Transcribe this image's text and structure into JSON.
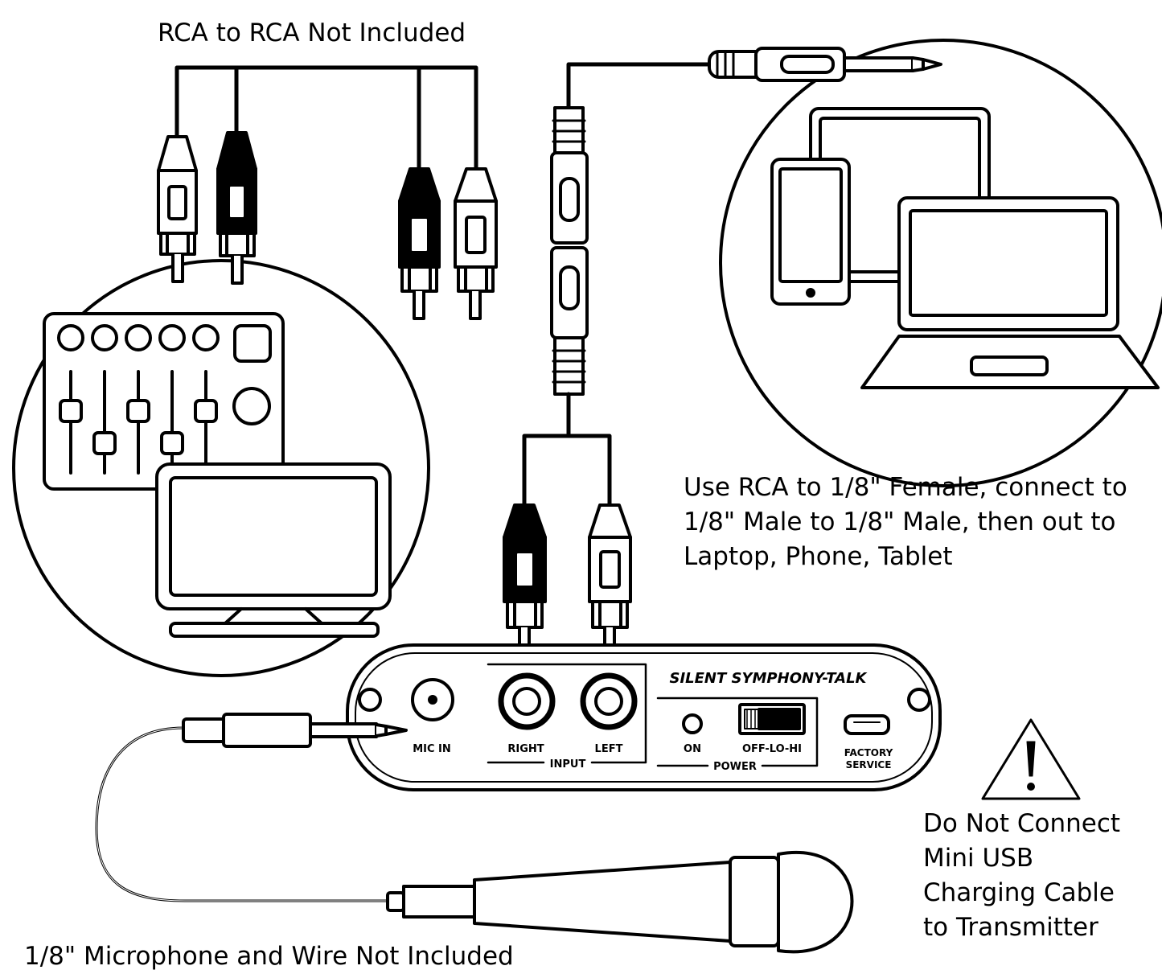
{
  "labels": {
    "rca_note": "RCA to RCA Not Included",
    "female_note": [
      "Use RCA to 1/8\" Female, connect to",
      "1/8\" Male to 1/8\" Male, then out to",
      "Laptop, Phone, Tablet"
    ],
    "usb_note": [
      "Do Not Connect",
      "Mini USB",
      "Charging Cable",
      "to Transmitter"
    ],
    "mic_note": "1/8\" Microphone and Wire Not Included"
  },
  "device": {
    "brand": "SILENT SYMPHONY-TALK",
    "mic_in": "MIC IN",
    "right": "RIGHT",
    "left": "LEFT",
    "input": "INPUT",
    "on": "ON",
    "switch": "OFF-LO-HI",
    "power": "POWER",
    "factory": "FACTORY",
    "service": "SERVICE"
  },
  "colors": {
    "line": "#000000",
    "background": "#ffffff"
  },
  "icons": [
    "mixer-console-icon",
    "monitor-icon",
    "laptop-icon",
    "phone-icon",
    "tablet-icon",
    "microphone-icon",
    "warning-icon",
    "rca-plug-icon",
    "headphone-jack-icon"
  ]
}
